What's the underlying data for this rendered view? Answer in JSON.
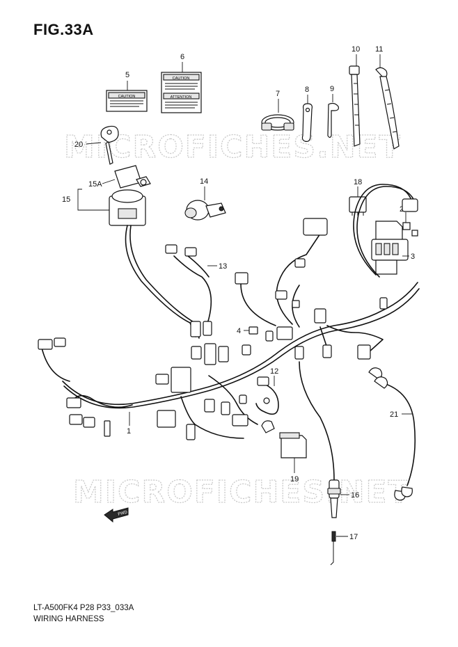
{
  "figure": {
    "title": "FIG.33A",
    "model_line": "LT-A500FK4 P28 P33_033A",
    "caption": "WIRING HARNESS"
  },
  "watermark": {
    "text": "MICROFICHES.NET"
  },
  "labels": {
    "1": "1",
    "2": "2",
    "3": "3",
    "4": "4",
    "5": "5",
    "6": "6",
    "7": "7",
    "8": "8",
    "9": "9",
    "10": "10",
    "11": "11",
    "12": "12",
    "13": "13",
    "14": "14",
    "15": "15",
    "15A": "15A",
    "16": "16",
    "17": "17",
    "18": "18",
    "19": "19",
    "20": "20",
    "21": "21"
  },
  "decals": {
    "caution": "CAUTION",
    "attention": "ATTENTION"
  },
  "fwd_arrow": "FWD",
  "colors": {
    "ink": "#111111",
    "watermark": "#c9c9c9",
    "background": "#ffffff"
  }
}
